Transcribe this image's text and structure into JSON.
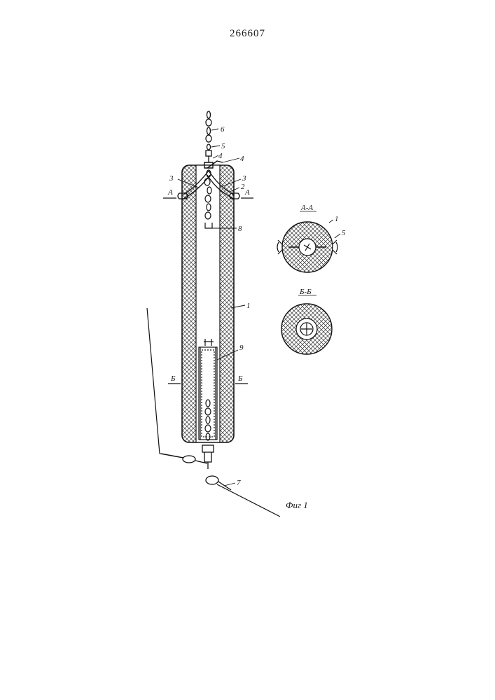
{
  "document": {
    "number": "266607"
  },
  "figure": {
    "caption": "Фиг 1",
    "callouts": {
      "n1": "1",
      "n2": "2",
      "n3a": "3",
      "n3b": "3",
      "n4a": "4",
      "n4b": "4",
      "n5": "5",
      "n6": "6",
      "n7": "7",
      "n8": "8",
      "n9": "9"
    },
    "section_marks": {
      "a_left": "А",
      "a_right": "А",
      "b_left": "Б",
      "b_right": "Б"
    }
  },
  "section_views": {
    "a_a": {
      "title": "А-А",
      "n1": "1",
      "n5": "5"
    },
    "b_b": {
      "title": "Б-Б"
    }
  }
}
